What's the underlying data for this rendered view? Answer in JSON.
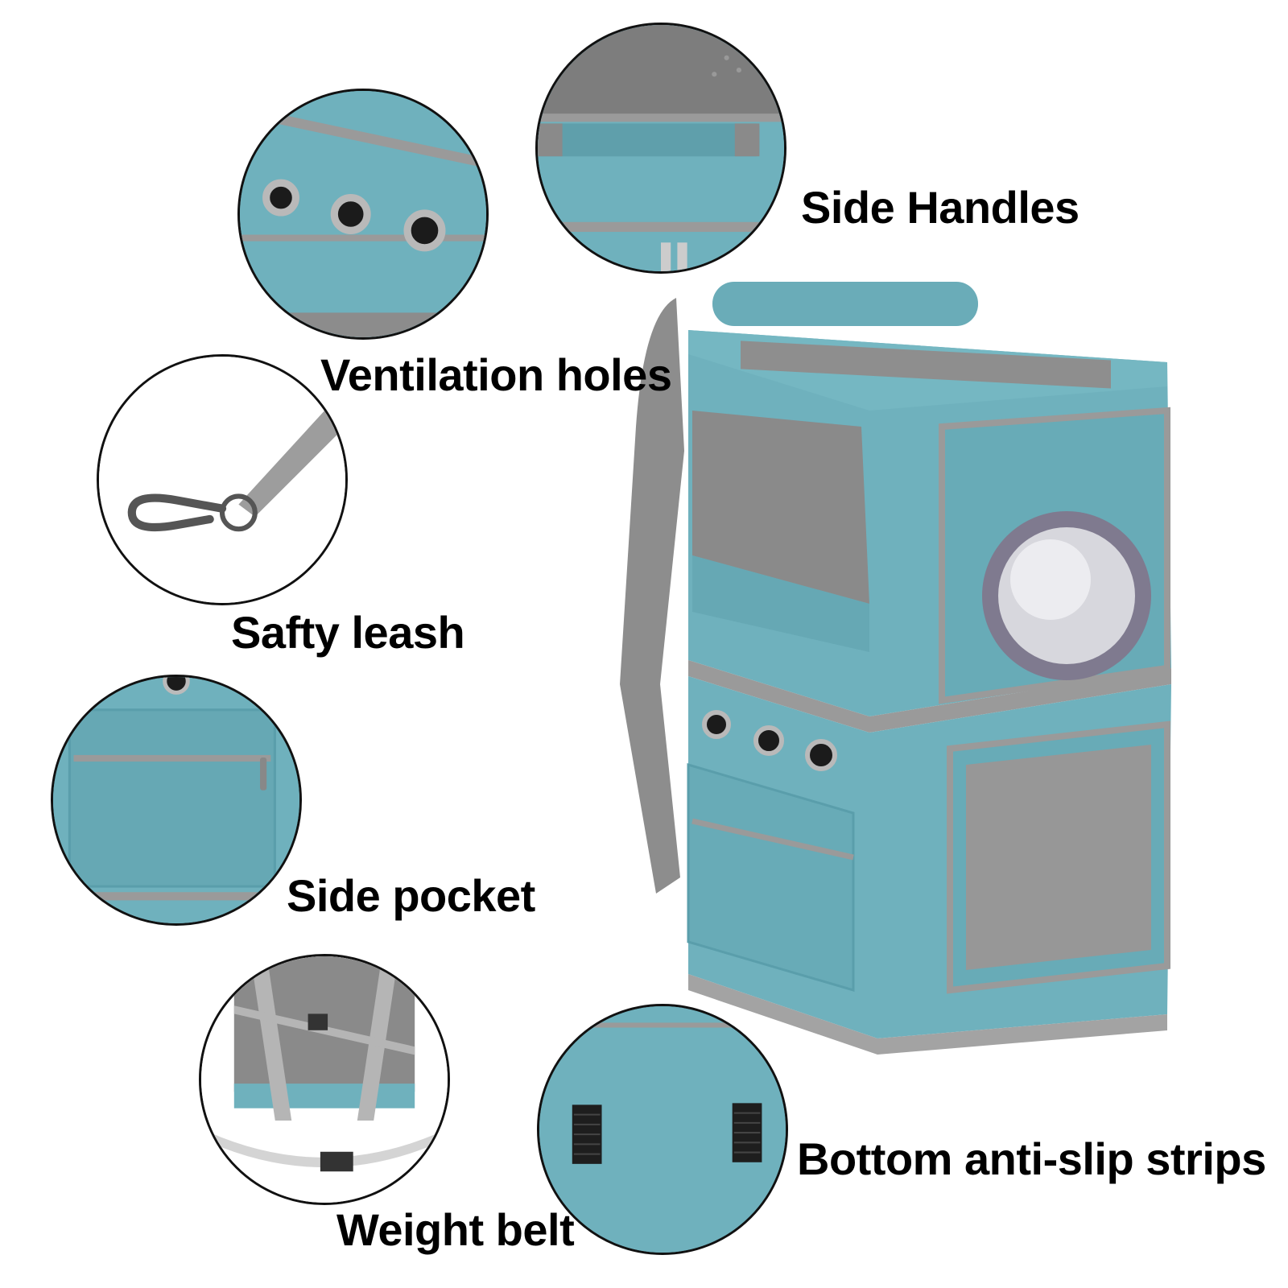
{
  "labels": {
    "side_handles": "Side Handles",
    "ventilation_holes": "Ventilation holes",
    "safty_leash": "Safty leash",
    "side_pocket": "Side pocket",
    "weight_belt": "Weight belt",
    "bottom_strips": "Bottom anti-slip strips"
  },
  "colors": {
    "fabric": "#6fb1bd",
    "fabric_dark": "#5a9eab",
    "trim": "#9a9a9a",
    "mesh": "#8c8c8c",
    "bubble_ring": "#7f7a8f"
  }
}
